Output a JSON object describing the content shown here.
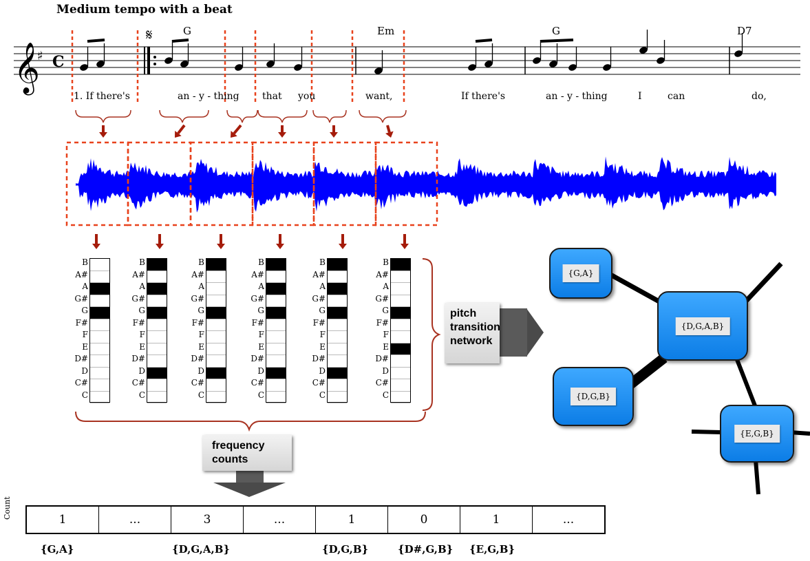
{
  "score": {
    "tempo": "Medium tempo with a beat",
    "chords": [
      "G",
      "Em",
      "G",
      "D7"
    ],
    "lyrics": [
      "1. If  there's",
      "an - y - thing",
      "that",
      "you",
      "want,",
      "If  there's",
      "an  -  y - thing",
      "I",
      "can",
      "do,"
    ]
  },
  "chroma_pitches": [
    "B",
    "A#",
    "A",
    "G#",
    "G",
    "F#",
    "F",
    "E",
    "D#",
    "D",
    "C#",
    "C"
  ],
  "chroma_frames": [
    {
      "active": [
        "A",
        "G"
      ]
    },
    {
      "active": [
        "B",
        "A",
        "G",
        "D"
      ]
    },
    {
      "active": [
        "B",
        "G",
        "D"
      ]
    },
    {
      "active": [
        "B",
        "A",
        "G",
        "D"
      ]
    },
    {
      "active": [
        "B",
        "A",
        "G",
        "D"
      ]
    },
    {
      "active": [
        "B",
        "G",
        "E"
      ]
    }
  ],
  "labels": {
    "network": "pitch\ntransition\nnetwork",
    "frequency": "frequency\ncounts",
    "count_axis": "Count"
  },
  "network_nodes": [
    {
      "label": "{G,A}"
    },
    {
      "label": "{D,G,A,B}"
    },
    {
      "label": "{D,G,B}"
    },
    {
      "label": "{E,G,B}"
    }
  ],
  "counts": {
    "values": [
      "1",
      "...",
      "3",
      "...",
      "1",
      "0",
      "1",
      "..."
    ],
    "set_labels": [
      "{G,A}",
      "{D,G,A,B}",
      "{D,G,B}",
      "{D#,G,B}",
      "{E,G,B}"
    ]
  },
  "colors": {
    "waveform": "#0000ff",
    "dashed": "#e8421c",
    "arrow": "#a51c0b",
    "brace": "#a83220",
    "node": "#1a8cff"
  }
}
